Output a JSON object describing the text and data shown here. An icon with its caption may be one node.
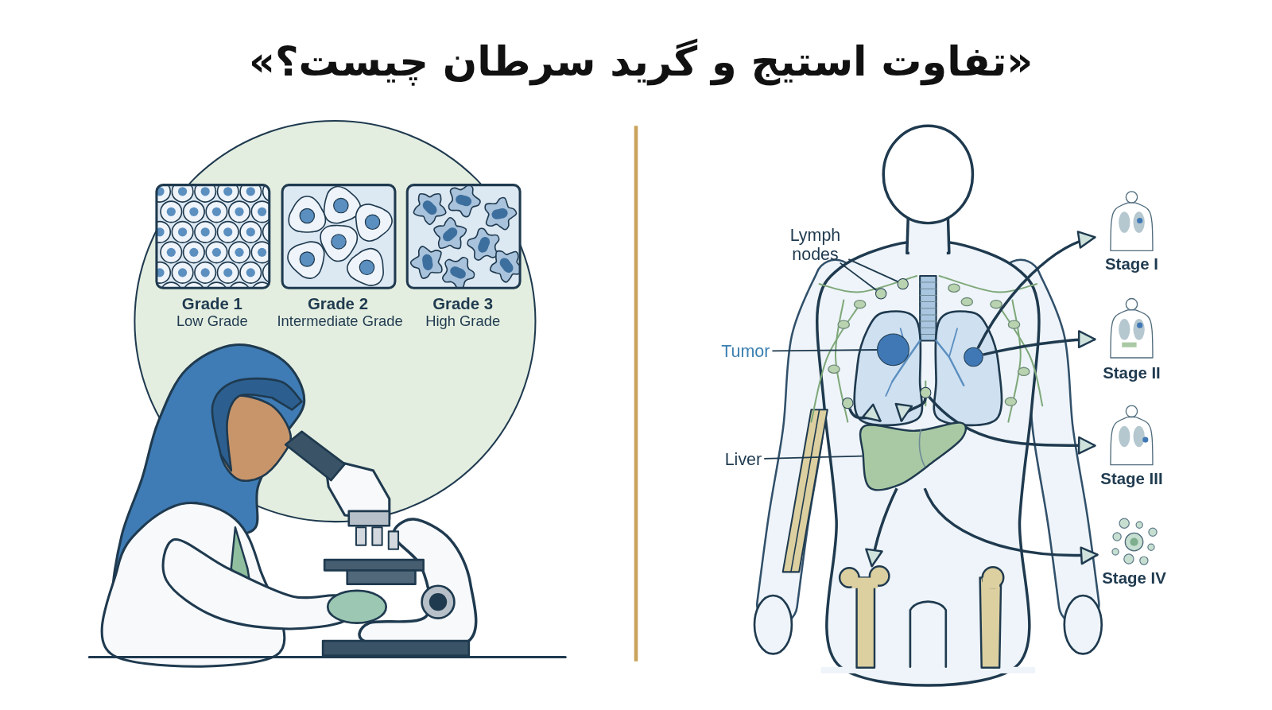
{
  "diagram": {
    "title": "«تفاوت استیج و گرید سرطان چیست؟»",
    "nodes": [
      {
        "text": [],
        "shape": "circle"
      },
      {
        "text": [
          "Grade 1",
          "Low Grade"
        ],
        "in": 0
      },
      {
        "text": [
          "Grade 2",
          "Intermediate Grade"
        ],
        "in": 0
      },
      {
        "text": [
          "Grade 3",
          "High Grade"
        ],
        "in": 0
      },
      {
        "text": [
          "Lymph nodes"
        ]
      },
      {
        "text": [],
        "shape": "circle"
      },
      {
        "text": [],
        "shape": "circle"
      },
      {
        "text": [
          "Tumor"
        ]
      },
      {
        "text": [],
        "shape": "circle"
      },
      {
        "text": [],
        "shape": "circle"
      },
      {
        "text": [],
        "shape": "circle"
      },
      {
        "text": [],
        "shape": "circle"
      },
      {
        "text": [
          "Liver"
        ]
      },
      {
        "text": [],
        "shape": "picture"
      },
      {
        "text": [
          "Stage I"
        ]
      },
      {
        "text": [
          "Stage II"
        ]
      },
      {
        "text": [
          "Stage III"
        ]
      },
      {
        "text": [
          "Stage IV"
        ]
      },
      {
        "text": [],
        "shape": "picture"
      }
    ],
    "edges": [
      {
        "from": 4,
        "to": 5,
        "arrow": "none"
      },
      {
        "from": 4,
        "to": 6,
        "arrow": "none"
      },
      {
        "from": 7,
        "to": 8,
        "arrow": "none"
      },
      {
        "from": 12,
        "to": 13,
        "arrow": "none"
      },
      {
        "from": 9,
        "to": 14,
        "arrow": "to"
      },
      {
        "from": 9,
        "to": 15,
        "arrow": "to"
      },
      {
        "from": 10,
        "to": 13,
        "arrow": "to"
      },
      {
        "from": 11,
        "to": 13,
        "arrow": "to"
      },
      {
        "from": 11,
        "to": 16,
        "arrow": "to"
      },
      {
        "from": 13,
        "to": 17,
        "arrow": "to"
      },
      {
        "from": 13,
        "to": 18,
        "arrow": "to"
      }
    ]
  }
}
